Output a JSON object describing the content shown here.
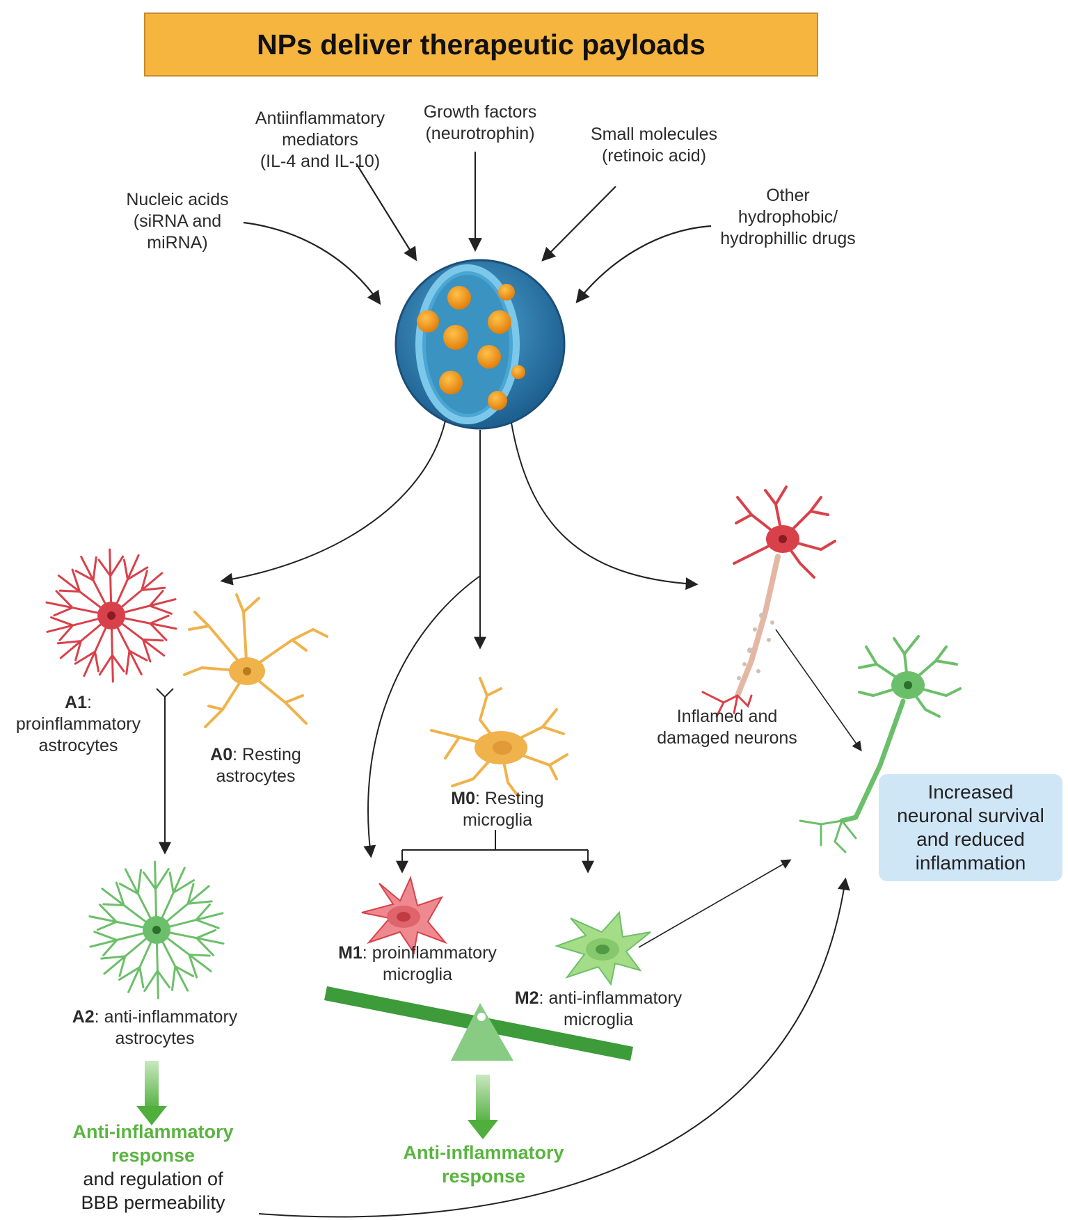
{
  "title": "NPs deliver therapeutic payloads",
  "payloads": {
    "nucleic_acids": [
      "Nucleic acids",
      "(siRNA and",
      "miRNA)"
    ],
    "antiinflammatory": [
      "Antiinflammatory",
      "mediators",
      "(IL-4 and IL-10)"
    ],
    "growth_factors": [
      "Growth factors",
      "(neurotrophin)"
    ],
    "small_molecules": [
      "Small molecules",
      "(retinoic acid)"
    ],
    "other_drugs": [
      "Other",
      "hydrophobic/",
      "hydrophillic drugs"
    ]
  },
  "astrocytes": {
    "a1_code": "A1",
    "a1_desc": [
      "proinflammatory",
      "astrocytes"
    ],
    "a0_code": "A0",
    "a0_desc_1": ": Resting",
    "a0_desc_2": "astrocytes",
    "a2_code": "A2",
    "a2_desc_1": ": anti-inflammatory",
    "a2_desc_2": "astrocytes"
  },
  "microglia": {
    "m0_code": "M0",
    "m0_desc_1": ": Resting",
    "m0_desc_2": "microglia",
    "m1_code": "M1",
    "m1_desc_1": ": proinflammatory",
    "m1_desc_2": "microglia",
    "m2_code": "M2",
    "m2_desc_1": ": anti-inflammatory",
    "m2_desc_2": "microglia"
  },
  "neurons": {
    "damaged": [
      "Inflamed and",
      "damaged neurons"
    ]
  },
  "outcomes": {
    "astro_green": "Anti-inflammatory\nresponse",
    "astro_dark": "and regulation of\nBBB permeability",
    "micro_green": "Anti-inflammatory\nresponse",
    "final": "Increased\nneuronal survival\nand reduced\ninflammation"
  },
  "colors": {
    "title_bg": "#f6b53f",
    "outcome_bg": "#cfe6f7",
    "proinflammatory": "#d9414a",
    "resting": "#f0b24a",
    "anti_inflammatory": "#6cbf6a",
    "nanoparticle": "#2f86b8",
    "payload": "#f29a1a",
    "green_text": "#5ab441"
  }
}
